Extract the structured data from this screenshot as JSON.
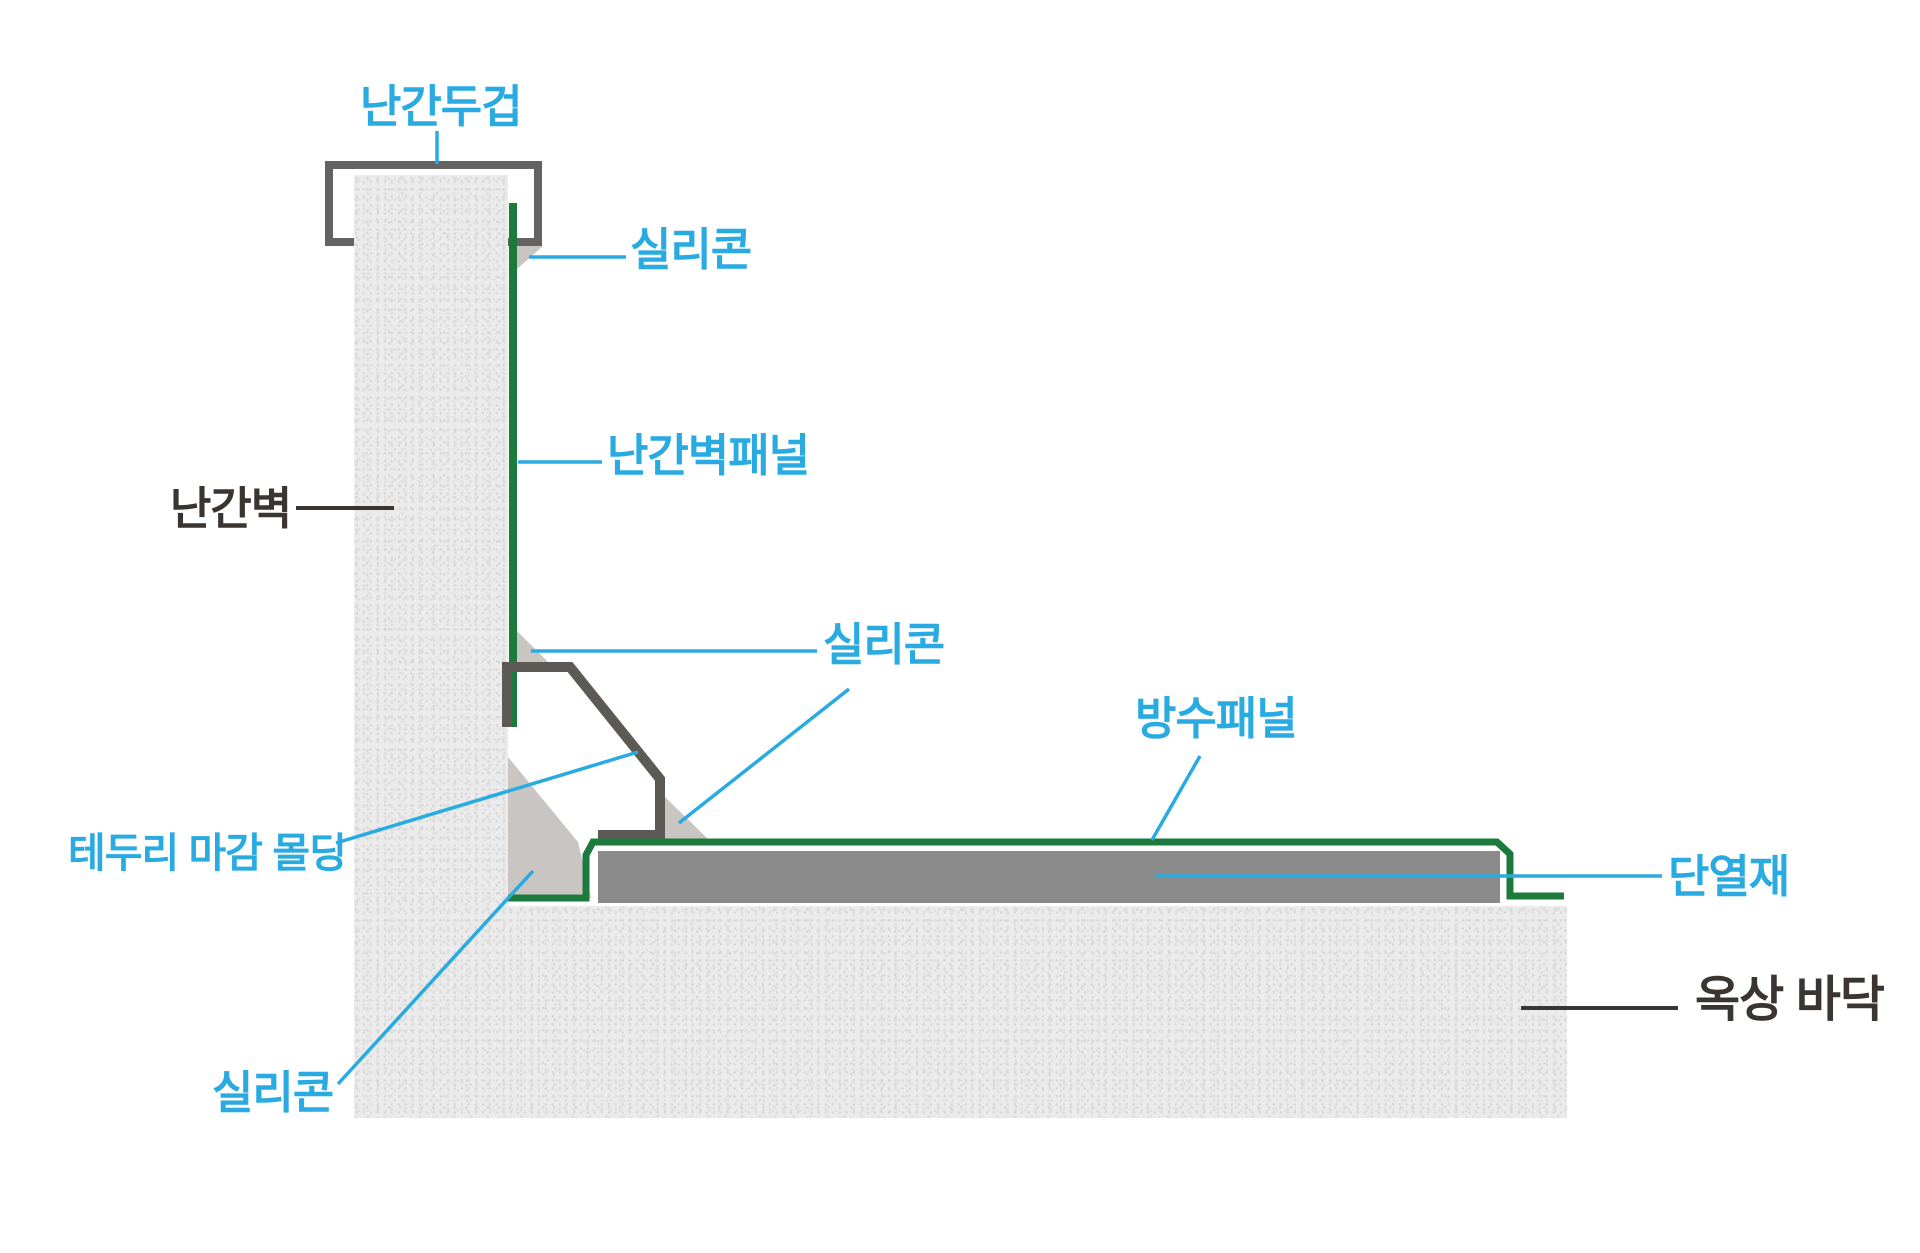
{
  "diagram": {
    "description_labels": {
      "coping": "난간두겁",
      "silicone_top": "실리콘",
      "parapet_panel": "난간벽패널",
      "parapet_wall": "난간벽",
      "silicone_mid": "실리콘",
      "waterproof_panel": "방수패널",
      "edge_molding": "테두리 마감 몰딩",
      "insulation": "단열재",
      "roof_floor": "옥상 바닥",
      "silicone_bottom": "실리콘"
    },
    "colors": {
      "background": "#ffffff",
      "callout_blue": "#29abe2",
      "callout_dark": "#3a3531",
      "panel_green": "#1b7a3c",
      "molding_gray": "#5d5955",
      "coping_gray": "#636363",
      "silicone_gray": "#c9c5c2",
      "insulation_gray": "#8a8a8a",
      "concrete_gray": "#ebebeb"
    }
  }
}
